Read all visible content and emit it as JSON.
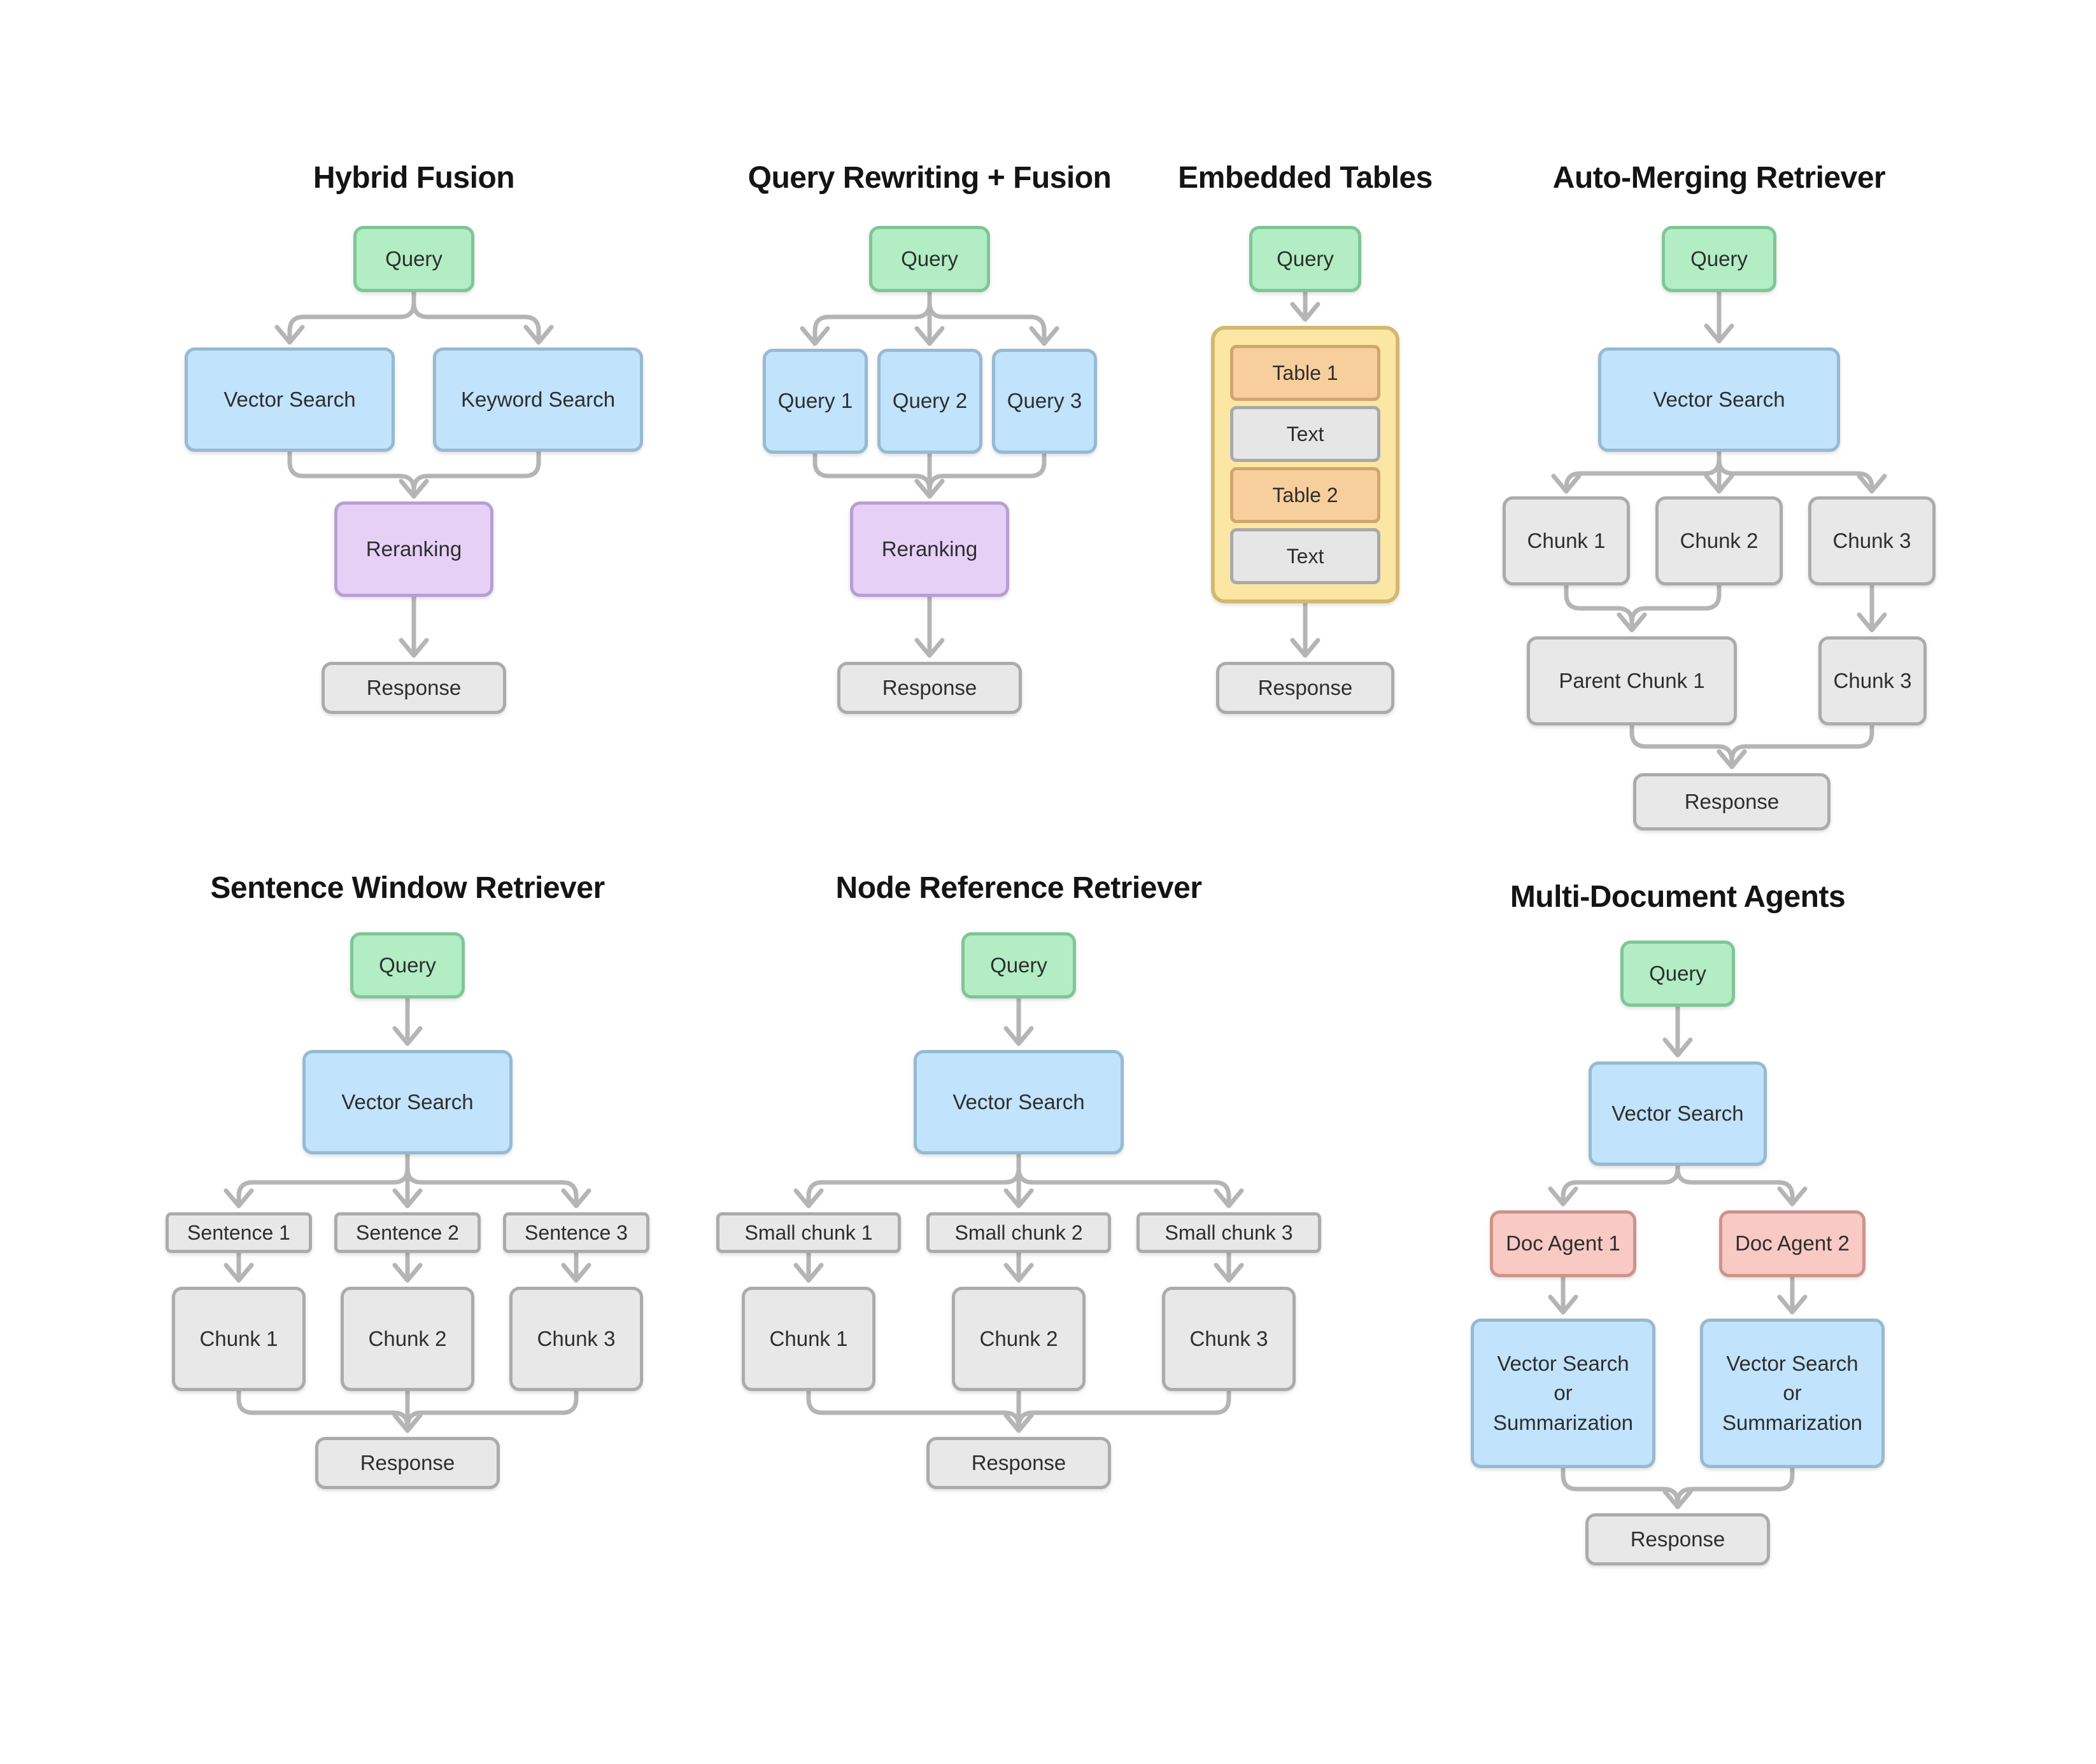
{
  "canvas": {
    "background": "#ffffff"
  },
  "palette": {
    "query_green_fill": "#b3edc3",
    "query_green_border": "#7fc697",
    "process_blue_fill": "#c1e3fb",
    "process_blue_border": "#96bad1",
    "rerank_purple_fill": "#e7d0f6",
    "rerank_purple_border": "#b79fd3",
    "neutral_gray_fill": "#e8e8e8",
    "neutral_gray_border": "#ababab",
    "agent_pink_fill": "#f9c9c4",
    "agent_pink_border": "#cd938c",
    "document_yellow_fill": "#fbe7a3",
    "document_yellow_border": "#d2b870",
    "table_orange_fill": "#f7cf9d",
    "table_orange_border": "#cfa76e",
    "arrow_gray": "#b5b5b5",
    "title_text": "#141414",
    "node_text": "#2e2e2e"
  },
  "diagrams": {
    "hybrid_fusion": {
      "title": "Hybrid Fusion",
      "nodes": {
        "query": {
          "label": "Query"
        },
        "vector_search": {
          "label": "Vector Search"
        },
        "keyword_search": {
          "label": "Keyword Search"
        },
        "reranking": {
          "label": "Reranking"
        },
        "response": {
          "label": "Response"
        }
      },
      "edges": [
        {
          "from": "Query",
          "to": "Vector Search"
        },
        {
          "from": "Query",
          "to": "Keyword Search"
        },
        {
          "from": "Vector Search",
          "to": "Reranking"
        },
        {
          "from": "Keyword Search",
          "to": "Reranking"
        },
        {
          "from": "Reranking",
          "to": "Response"
        }
      ]
    },
    "query_rewriting_fusion": {
      "title": "Query Rewriting + Fusion",
      "nodes": {
        "query": {
          "label": "Query"
        },
        "query_1": {
          "label": "Query 1"
        },
        "query_2": {
          "label": "Query 2"
        },
        "query_3": {
          "label": "Query 3"
        },
        "reranking": {
          "label": "Reranking"
        },
        "response": {
          "label": "Response"
        }
      },
      "edges": [
        {
          "from": "Query",
          "to": "Query 1"
        },
        {
          "from": "Query",
          "to": "Query 2"
        },
        {
          "from": "Query",
          "to": "Query 3"
        },
        {
          "from": "Query 1",
          "to": "Reranking"
        },
        {
          "from": "Query 2",
          "to": "Reranking"
        },
        {
          "from": "Query 3",
          "to": "Reranking"
        },
        {
          "from": "Reranking",
          "to": "Response"
        }
      ]
    },
    "embedded_tables": {
      "title": "Embedded Tables",
      "nodes": {
        "query": {
          "label": "Query"
        },
        "table_1": {
          "label": "Table 1"
        },
        "text_1": {
          "label": "Text"
        },
        "table_2": {
          "label": "Table 2"
        },
        "text_2": {
          "label": "Text"
        },
        "response": {
          "label": "Response"
        }
      },
      "edges": [
        {
          "from": "Query",
          "to": "Document with embedded tables"
        },
        {
          "from": "Document with embedded tables",
          "to": "Response"
        }
      ]
    },
    "auto_merging_retriever": {
      "title": "Auto-Merging Retriever",
      "nodes": {
        "query": {
          "label": "Query"
        },
        "vector_search": {
          "label": "Vector Search"
        },
        "chunk_1": {
          "label": "Chunk 1"
        },
        "chunk_2": {
          "label": "Chunk 2"
        },
        "chunk_3": {
          "label": "Chunk 3"
        },
        "parent_chunk_1": {
          "label": "Parent Chunk 1"
        },
        "chunk_3_passthrough": {
          "label": "Chunk 3"
        },
        "response": {
          "label": "Response"
        }
      },
      "edges": [
        {
          "from": "Query",
          "to": "Vector Search"
        },
        {
          "from": "Vector Search",
          "to": "Chunk 1"
        },
        {
          "from": "Vector Search",
          "to": "Chunk 2"
        },
        {
          "from": "Vector Search",
          "to": "Chunk 3"
        },
        {
          "from": "Chunk 1",
          "to": "Parent Chunk 1"
        },
        {
          "from": "Chunk 2",
          "to": "Parent Chunk 1"
        },
        {
          "from": "Chunk 3",
          "to": "Chunk 3"
        },
        {
          "from": "Parent Chunk 1",
          "to": "Response"
        },
        {
          "from": "Chunk 3",
          "to": "Response"
        }
      ]
    },
    "sentence_window_retriever": {
      "title": "Sentence Window Retriever",
      "nodes": {
        "query": {
          "label": "Query"
        },
        "vector_search": {
          "label": "Vector Search"
        },
        "sentence_1": {
          "label": "Sentence 1"
        },
        "sentence_2": {
          "label": "Sentence 2"
        },
        "sentence_3": {
          "label": "Sentence 3"
        },
        "chunk_1": {
          "label": "Chunk 1"
        },
        "chunk_2": {
          "label": "Chunk 2"
        },
        "chunk_3": {
          "label": "Chunk 3"
        },
        "response": {
          "label": "Response"
        }
      },
      "edges": [
        {
          "from": "Query",
          "to": "Vector Search"
        },
        {
          "from": "Vector Search",
          "to": "Sentence 1"
        },
        {
          "from": "Vector Search",
          "to": "Sentence 2"
        },
        {
          "from": "Vector Search",
          "to": "Sentence 3"
        },
        {
          "from": "Sentence 1",
          "to": "Chunk 1"
        },
        {
          "from": "Sentence 2",
          "to": "Chunk 2"
        },
        {
          "from": "Sentence 3",
          "to": "Chunk 3"
        },
        {
          "from": "Chunk 1",
          "to": "Response"
        },
        {
          "from": "Chunk 2",
          "to": "Response"
        },
        {
          "from": "Chunk 3",
          "to": "Response"
        }
      ]
    },
    "node_reference_retriever": {
      "title": "Node Reference Retriever",
      "nodes": {
        "query": {
          "label": "Query"
        },
        "vector_search": {
          "label": "Vector Search"
        },
        "small_chunk_1": {
          "label": "Small chunk 1"
        },
        "small_chunk_2": {
          "label": "Small chunk 2"
        },
        "small_chunk_3": {
          "label": "Small chunk 3"
        },
        "chunk_1": {
          "label": "Chunk 1"
        },
        "chunk_2": {
          "label": "Chunk 2"
        },
        "chunk_3": {
          "label": "Chunk 3"
        },
        "response": {
          "label": "Response"
        }
      },
      "edges": [
        {
          "from": "Query",
          "to": "Vector Search"
        },
        {
          "from": "Vector Search",
          "to": "Small chunk 1"
        },
        {
          "from": "Vector Search",
          "to": "Small chunk 2"
        },
        {
          "from": "Vector Search",
          "to": "Small chunk 3"
        },
        {
          "from": "Small chunk 1",
          "to": "Chunk 1"
        },
        {
          "from": "Small chunk 2",
          "to": "Chunk 2"
        },
        {
          "from": "Small chunk 3",
          "to": "Chunk 3"
        },
        {
          "from": "Chunk 1",
          "to": "Response"
        },
        {
          "from": "Chunk 2",
          "to": "Response"
        },
        {
          "from": "Chunk 3",
          "to": "Response"
        }
      ]
    },
    "multi_document_agents": {
      "title": "Multi-Document Agents",
      "nodes": {
        "query": {
          "label": "Query"
        },
        "vector_search": {
          "label": "Vector Search"
        },
        "doc_agent_1": {
          "label": "Doc Agent 1"
        },
        "doc_agent_2": {
          "label": "Doc Agent 2"
        },
        "vs_or_summ_1": {
          "lines": [
            "Vector Search",
            "or",
            "Summarization"
          ]
        },
        "vs_or_summ_2": {
          "lines": [
            "Vector Search",
            "or",
            "Summarization"
          ]
        },
        "response": {
          "label": "Response"
        }
      },
      "edges": [
        {
          "from": "Query",
          "to": "Vector Search"
        },
        {
          "from": "Vector Search",
          "to": "Doc Agent 1"
        },
        {
          "from": "Vector Search",
          "to": "Doc Agent 2"
        },
        {
          "from": "Doc Agent 1",
          "to": "Vector Search or Summarization"
        },
        {
          "from": "Doc Agent 2",
          "to": "Vector Search or Summarization"
        },
        {
          "from": "Vector Search or Summarization",
          "to": "Response"
        },
        {
          "from": "Vector Search or Summarization",
          "to": "Response"
        }
      ]
    }
  }
}
